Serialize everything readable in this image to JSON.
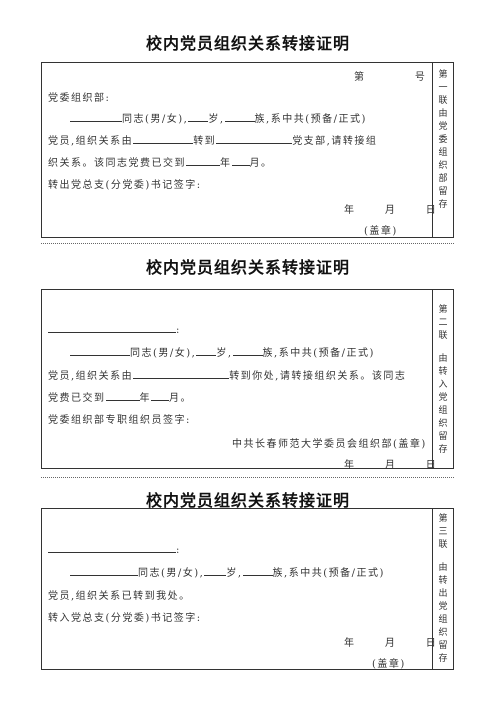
{
  "section1": {
    "title": "校内党员组织关系转接证明",
    "number_di": "第",
    "number_hao": "号",
    "addressee": "党委组织部:",
    "tongzhi": "同志(男/女),",
    "sui": "岁,",
    "zu_xizhonggong": "族,系中共(预备/正式)",
    "dangyuan_zuzhi": "党员,组织关系由",
    "zhuandao": "转到",
    "dangzhibu_qing": "党支部,请转接组",
    "zuzhi_guanxi": "织关系。该同志党费已交到",
    "nian": "年",
    "yue_end": "月。",
    "sign_label": "转出党总支(分党委)书记签字:",
    "date_nian": "年",
    "date_yue": "月",
    "date_ri": "日",
    "seal": "(盖章)",
    "side_di": "第",
    "side_yi": "一",
    "side_lian": "联",
    "side_text": "由党委组织部留存"
  },
  "section2": {
    "title": "校内党员组织关系转接证明",
    "colon": ":",
    "tongzhi": "同志(男/女),",
    "sui": "岁,",
    "zu_xizhonggong": "族,系中共(预备/正式)",
    "dangyuan_zuzhi": "党员,组织关系由",
    "zhuandao_nichu": "转到你处,请转接组织关系。该同志",
    "dangfei": "党费已交到",
    "nian": "年",
    "yue_end": "月。",
    "sign_label": "党委组织部专职组织员签字:",
    "org_name": "中共长春师范大学委员会组织部(盖章)",
    "date_nian": "年",
    "date_yue": "月",
    "date_ri": "日",
    "side_di": "第",
    "side_er": "二",
    "side_lian": "联",
    "side_text": "由转入党组织留存"
  },
  "section3": {
    "title": "校内党员组织关系转接证明",
    "colon": ":",
    "tongzhi": "同志(男/女),",
    "sui": "岁,",
    "zu_xizhonggong": "族,系中共(预备/正式)",
    "dangyuan_yizhuan": "党员,组织关系已转到我处。",
    "sign_label": "转入党总支(分党委)书记签字:",
    "date_nian": "年",
    "date_yue": "月",
    "date_ri": "日",
    "seal": "(盖章)",
    "side_di": "第",
    "side_san": "三",
    "side_lian": "联",
    "side_text": "由转出党组织留存"
  }
}
